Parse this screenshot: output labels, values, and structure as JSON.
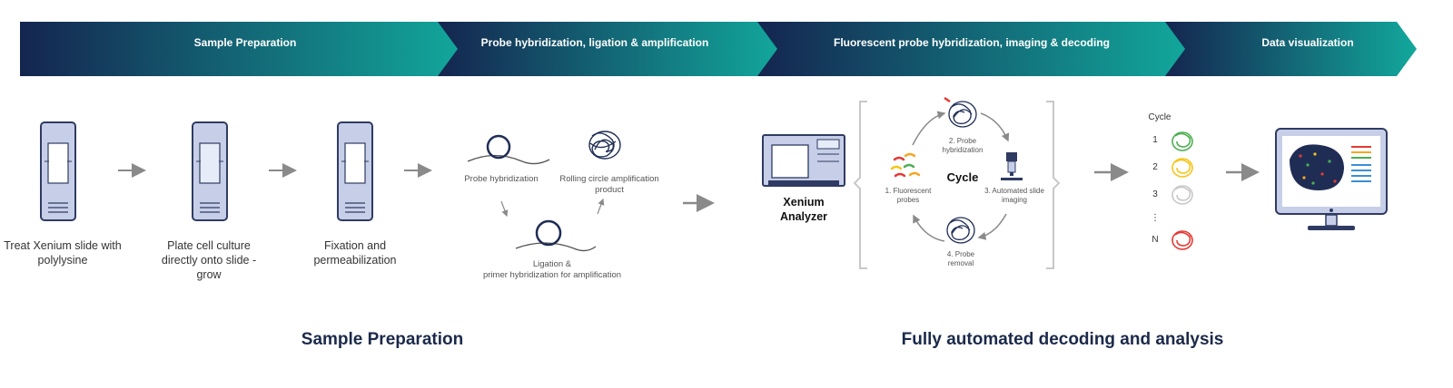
{
  "banner": {
    "stages": [
      "Sample Preparation",
      "Probe hybridization, ligation & amplification",
      "Fluorescent probe hybridization, imaging & decoding",
      "Data visualization"
    ],
    "colors": {
      "start": "#14254f",
      "end": "#12a89c"
    }
  },
  "prep": {
    "step1": [
      "Treat Xenium slide with",
      "polylysine"
    ],
    "step2": [
      "Plate cell culture",
      "directly onto slide -",
      "grow"
    ],
    "step3": [
      "Fixation and",
      "permeabilization"
    ]
  },
  "probe": {
    "hyb": "Probe hybridization",
    "rca": [
      "Rolling circle amplification",
      "product"
    ],
    "lig": [
      "Ligation &",
      "primer hybridization for amplification"
    ]
  },
  "analyzer": {
    "line1": "Xenium",
    "line2": "Analyzer"
  },
  "cycle": {
    "center": "Cycle",
    "step1": [
      "1. Fluorescent",
      "probes"
    ],
    "step2": [
      "2. Probe",
      "hybridization"
    ],
    "step3": [
      "3. Automated slide",
      "imaging"
    ],
    "step4": [
      "4. Probe",
      "removal"
    ]
  },
  "decode": {
    "header": "Cycle",
    "labels": [
      "1",
      "2",
      "3",
      "⋮",
      "N"
    ],
    "colors": [
      "#4caf50",
      "#f5c518",
      "#c8c8c8",
      "#e53935"
    ]
  },
  "footer": {
    "left": "Sample Preparation",
    "right": "Fully automated decoding and analysis"
  },
  "palette": {
    "slide": "#c7cfe8",
    "slide_edge": "#2f3b62",
    "arrow": "#8a8a8a",
    "navy": "#1f2d55"
  }
}
